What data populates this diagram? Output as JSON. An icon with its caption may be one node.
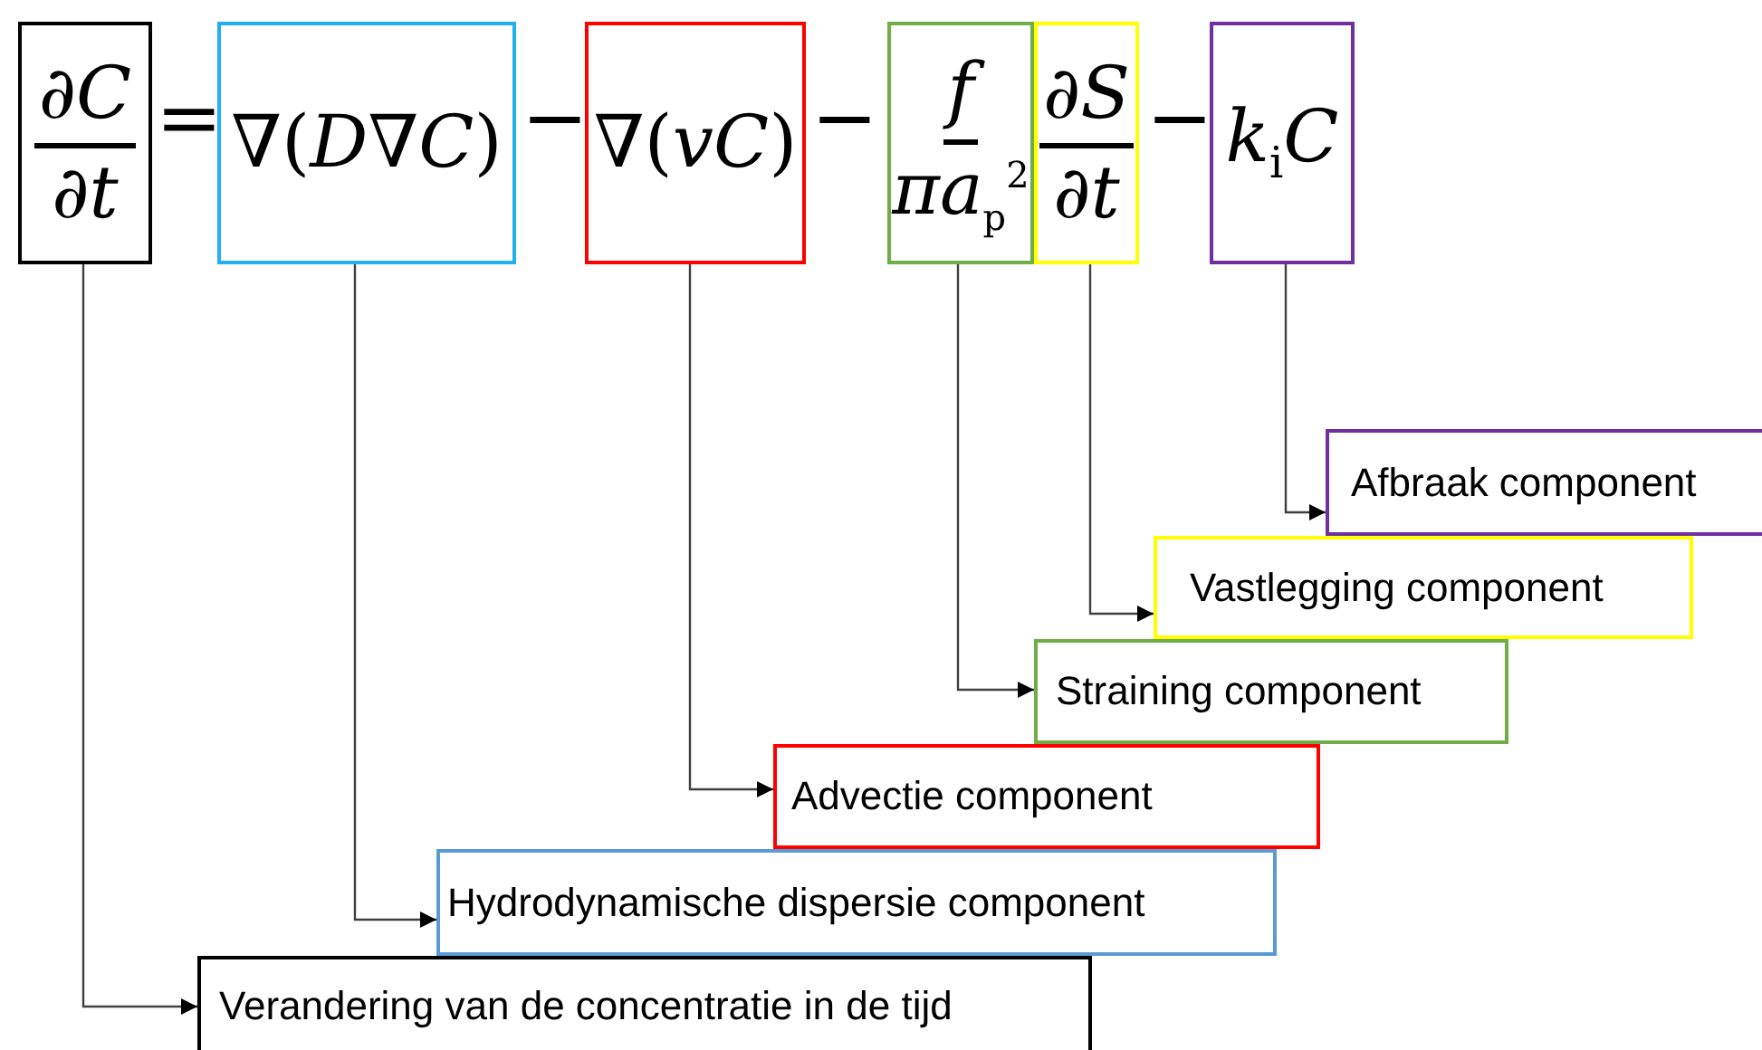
{
  "diagram": {
    "nodes": [
      {
        "text": [
          "∂*C*",
          "∂*t*"
        ]
      },
      {
        "text": [
          "∇(*D*∇*C*)"
        ]
      },
      {
        "text": [
          "∇(*vC*)"
        ]
      },
      {
        "text": [
          "*f*",
          "*πa*$_{p}$$^{2}$"
        ]
      },
      {
        "text": [
          "∂*S*",
          "∂*t*"
        ]
      },
      {
        "text": [
          "*k*$_{i}$*C*"
        ]
      },
      {
        "text": [
          "Afbraak component"
        ]
      },
      {
        "text": [
          "Vastlegging component"
        ]
      },
      {
        "text": [
          "Straining component"
        ]
      },
      {
        "text": [
          "Advectie component"
        ]
      },
      {
        "text": [
          "Hydrodynamische dispersie component"
        ]
      },
      {
        "text": [
          "Verandering van de concentratie in de tijd"
        ]
      }
    ],
    "edges": [
      {
        "from": 5,
        "to": 6,
        "arrow": "to"
      },
      {
        "from": 4,
        "to": 7,
        "arrow": "to"
      },
      {
        "from": 3,
        "to": 8,
        "arrow": "to"
      },
      {
        "from": 2,
        "to": 9,
        "arrow": "to"
      },
      {
        "from": 1,
        "to": 10,
        "arrow": "to"
      },
      {
        "from": 0,
        "to": 11,
        "arrow": "to"
      }
    ],
    "labels": [
      "=",
      "−",
      "−",
      "−"
    ]
  }
}
